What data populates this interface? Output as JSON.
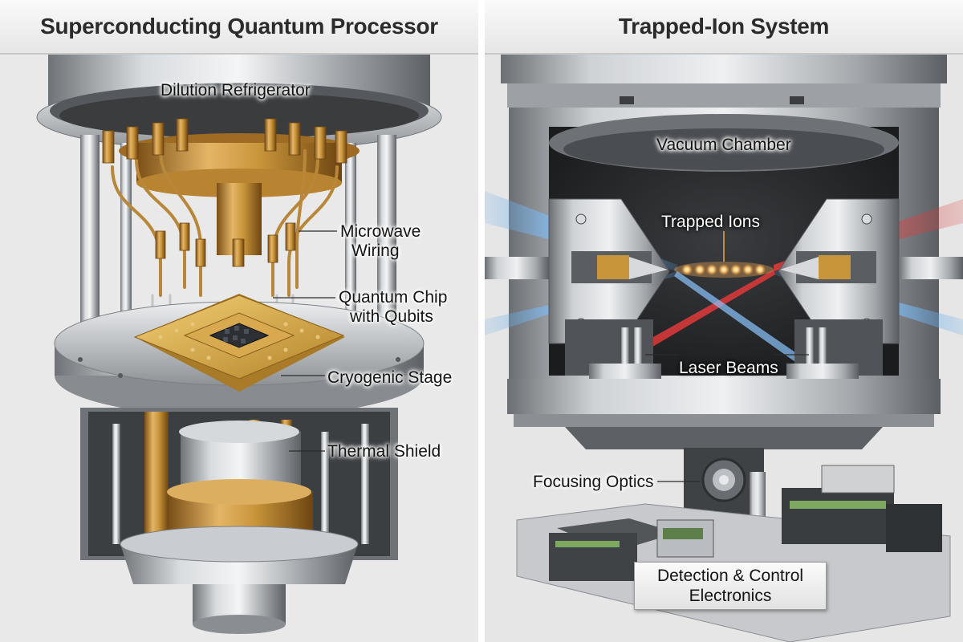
{
  "left": {
    "title": "Superconducting Quantum Processor",
    "labels": {
      "dilution_refrigerator": "Dilution Refrigerator",
      "microwave_wiring_line1": "Microwave",
      "microwave_wiring_line2": "Wiring",
      "quantum_chip_line1": "Quantum Chip",
      "quantum_chip_line2": "with Qubits",
      "cryogenic_stage": "Cryogenic Stage",
      "thermal_shield": "Thermal Shield"
    }
  },
  "right": {
    "title": "Trapped-Ion System",
    "labels": {
      "vacuum_chamber": "Vacuum Chamber",
      "trapped_ions": "Trapped Ions",
      "laser_beams": "Laser Beams",
      "focusing_optics": "Focusing Optics",
      "detection_line1": "Detection & Control",
      "detection_line2": "Electronics"
    }
  },
  "colors": {
    "brass": "#c8953a",
    "steel": "#a9adb1",
    "blue_laser": "#5fa8e8",
    "red_laser": "#e03a3a",
    "ion_glow": "#ffcf7a"
  }
}
